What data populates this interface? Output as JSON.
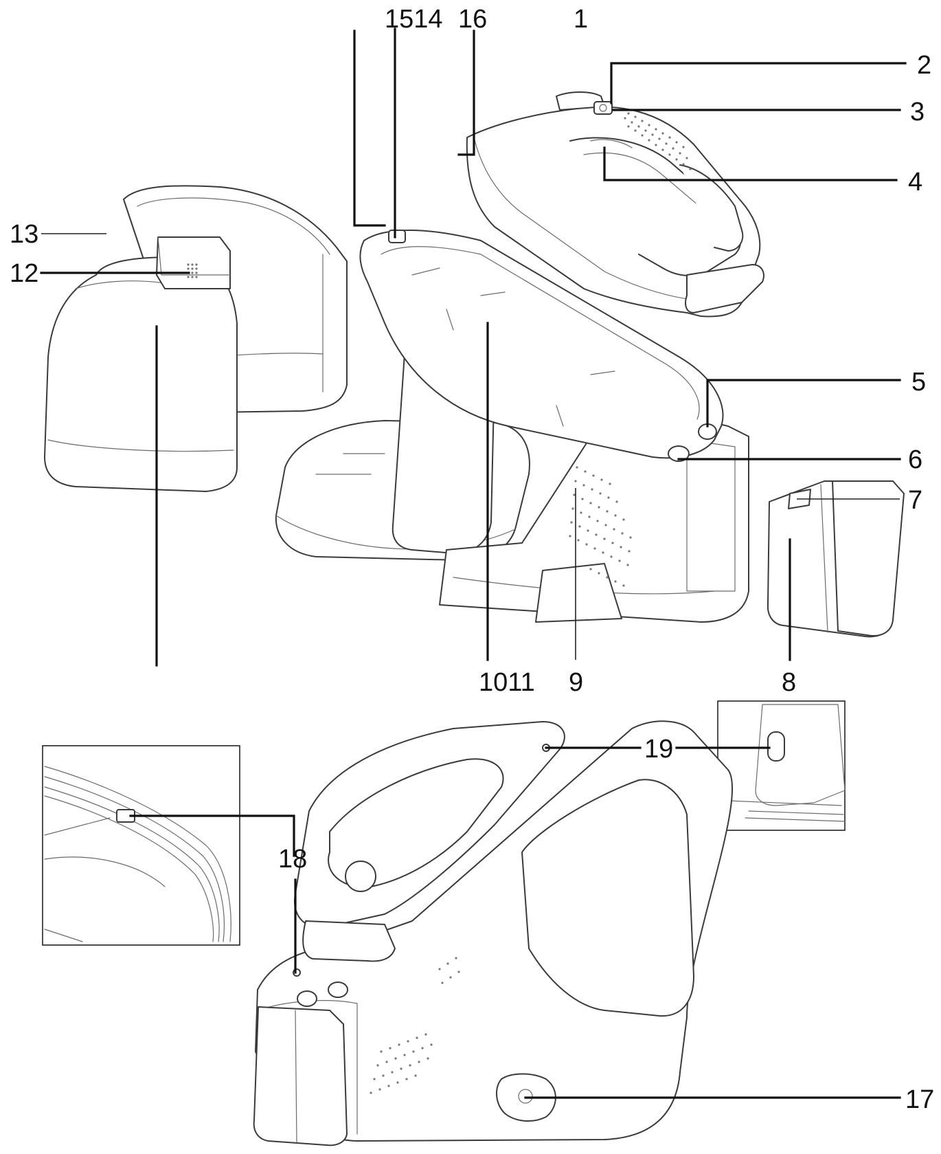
{
  "callouts": {
    "c1": "1",
    "c2": "2",
    "c3": "3",
    "c4": "4",
    "c5": "5",
    "c6": "6",
    "c7": "7",
    "c8": "8",
    "c9": "9",
    "c1011": "1011",
    "c12": "12",
    "c13": "13",
    "c1514": "1514",
    "c16": "16",
    "c17": "17",
    "c18": "18",
    "c19": "19"
  },
  "colors": {
    "line": "#3a3a3a",
    "leader": "#111111",
    "background": "#ffffff"
  }
}
